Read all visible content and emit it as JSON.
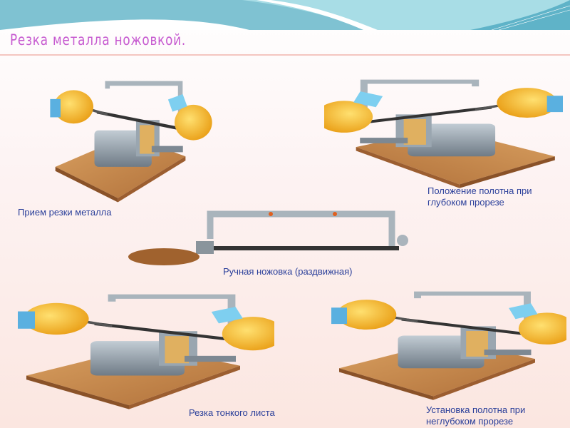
{
  "slide": {
    "title": "Резка металла ножовкой."
  },
  "figures": [
    {
      "caption": "Прием резки металла"
    },
    {
      "caption_line1": "Положение полотна при",
      "caption_line2": "глубоком  прорезе"
    },
    {
      "caption": "Ручная ножовка (раздвижная)"
    },
    {
      "caption": "Резка тонкого листа"
    },
    {
      "caption_line1": "Установка  полотна при",
      "caption_line2": "неглубоком  прорезе"
    }
  ],
  "colors": {
    "title": "#c65ad0",
    "caption": "#2a3f9a",
    "header": "#7fc2d2",
    "wood": "#c98a4a",
    "vise": "#8e9aa4",
    "glove": "#f5b820"
  }
}
